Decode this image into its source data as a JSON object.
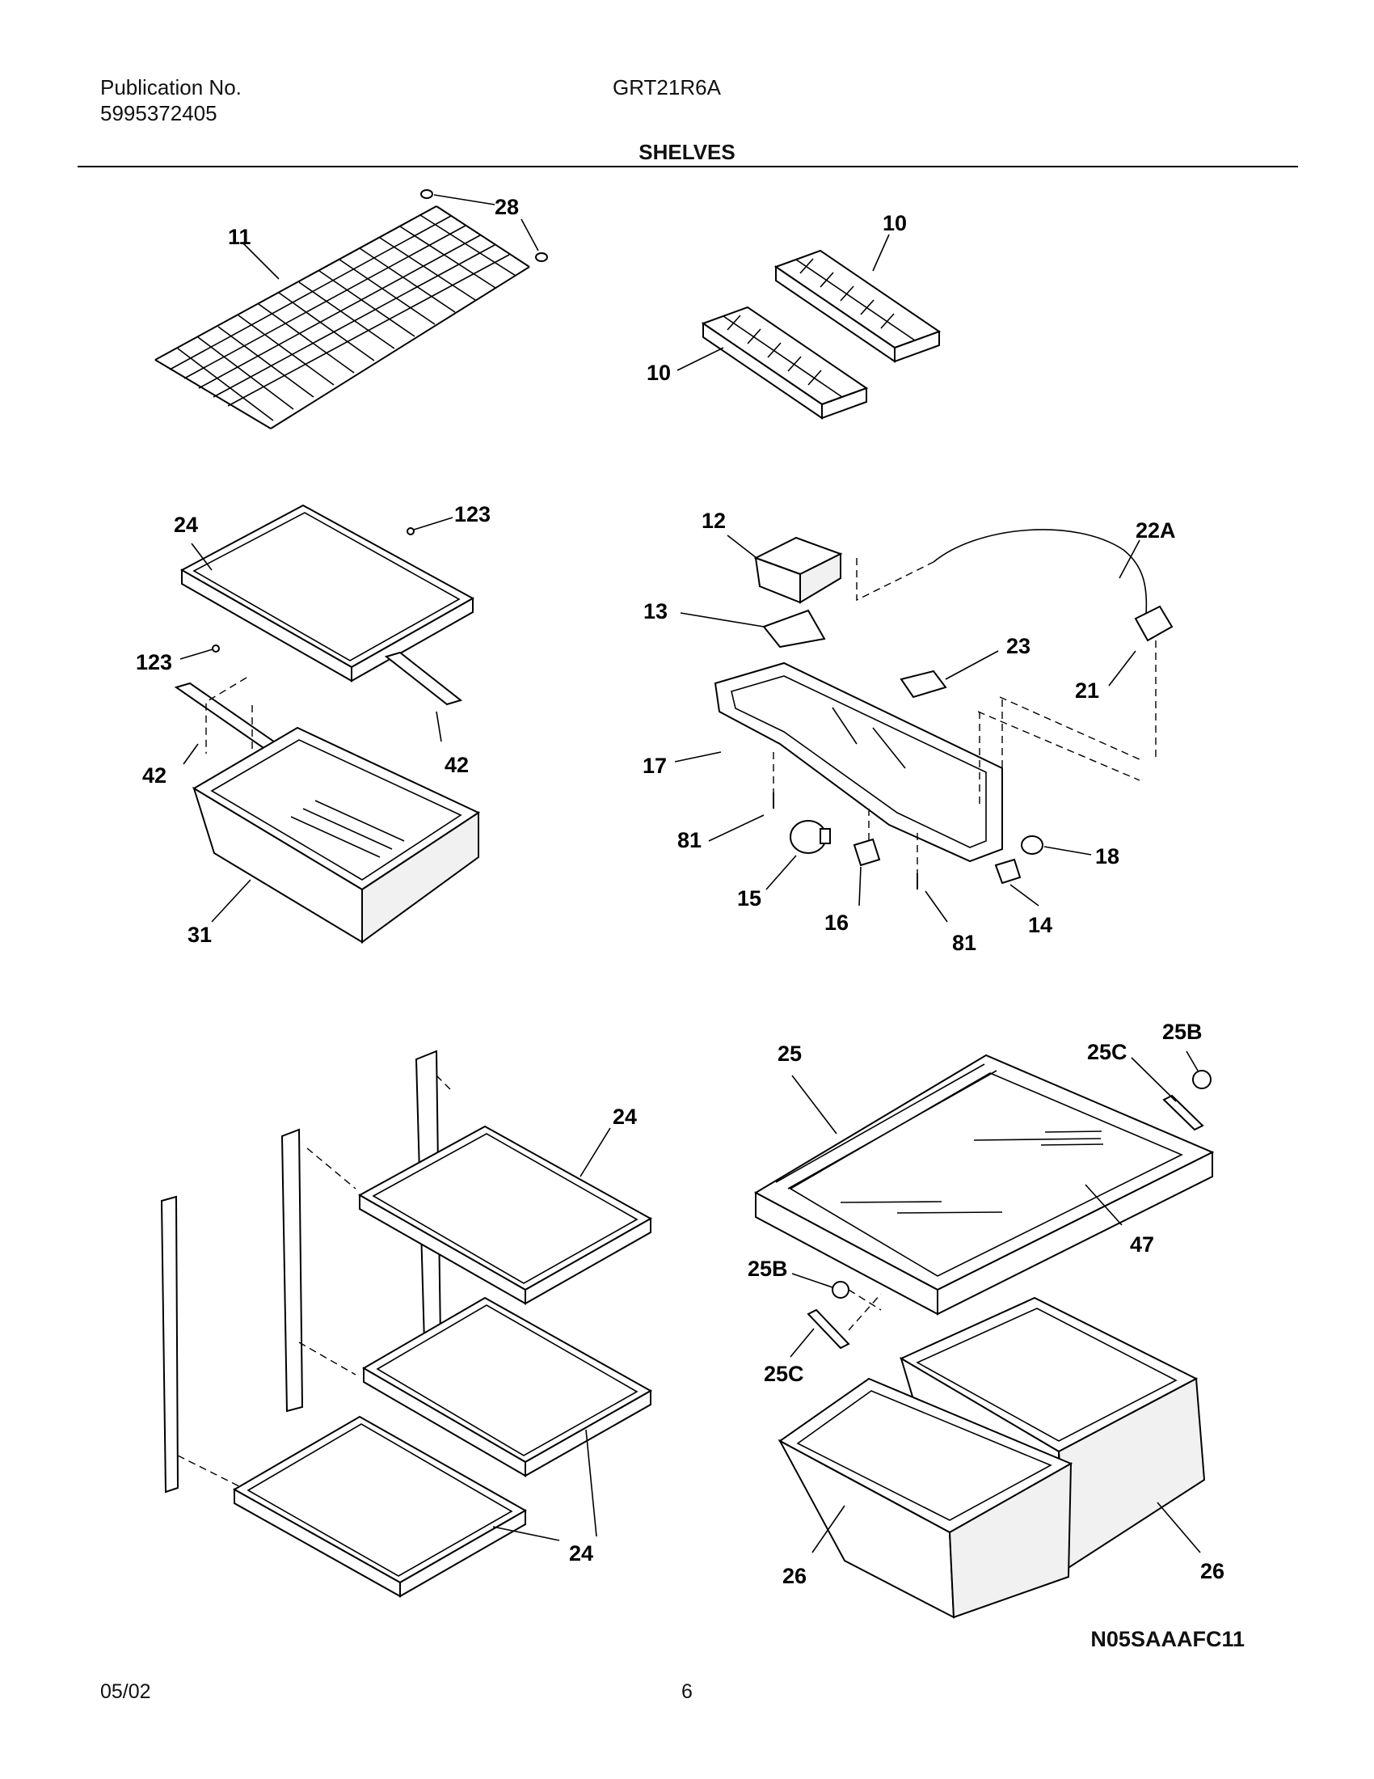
{
  "header": {
    "publication_label": "Publication No.",
    "publication_number": "5995372405",
    "model": "GRT21R6A",
    "section_title": "SHELVES"
  },
  "callouts": {
    "c28": "28",
    "c11": "11",
    "c10a": "10",
    "c10b": "10",
    "c24a": "24",
    "c123a": "123",
    "c123b": "123",
    "c42a": "42",
    "c42b": "42",
    "c31": "31",
    "c12": "12",
    "c22A": "22A",
    "c13": "13",
    "c23": "23",
    "c21": "21",
    "c17": "17",
    "c81a": "81",
    "c18": "18",
    "c15": "15",
    "c16": "16",
    "c81b": "81",
    "c14": "14",
    "c25": "25",
    "c25C_top": "25C",
    "c25B_top": "25B",
    "c24b": "24",
    "c47": "47",
    "c25B_bot": "25B",
    "c25C_bot": "25C",
    "c24c": "24",
    "c26a": "26",
    "c26b": "26"
  },
  "footer": {
    "diagram_code": "N05SAAAFC11",
    "date": "05/02",
    "page_number": "6"
  }
}
